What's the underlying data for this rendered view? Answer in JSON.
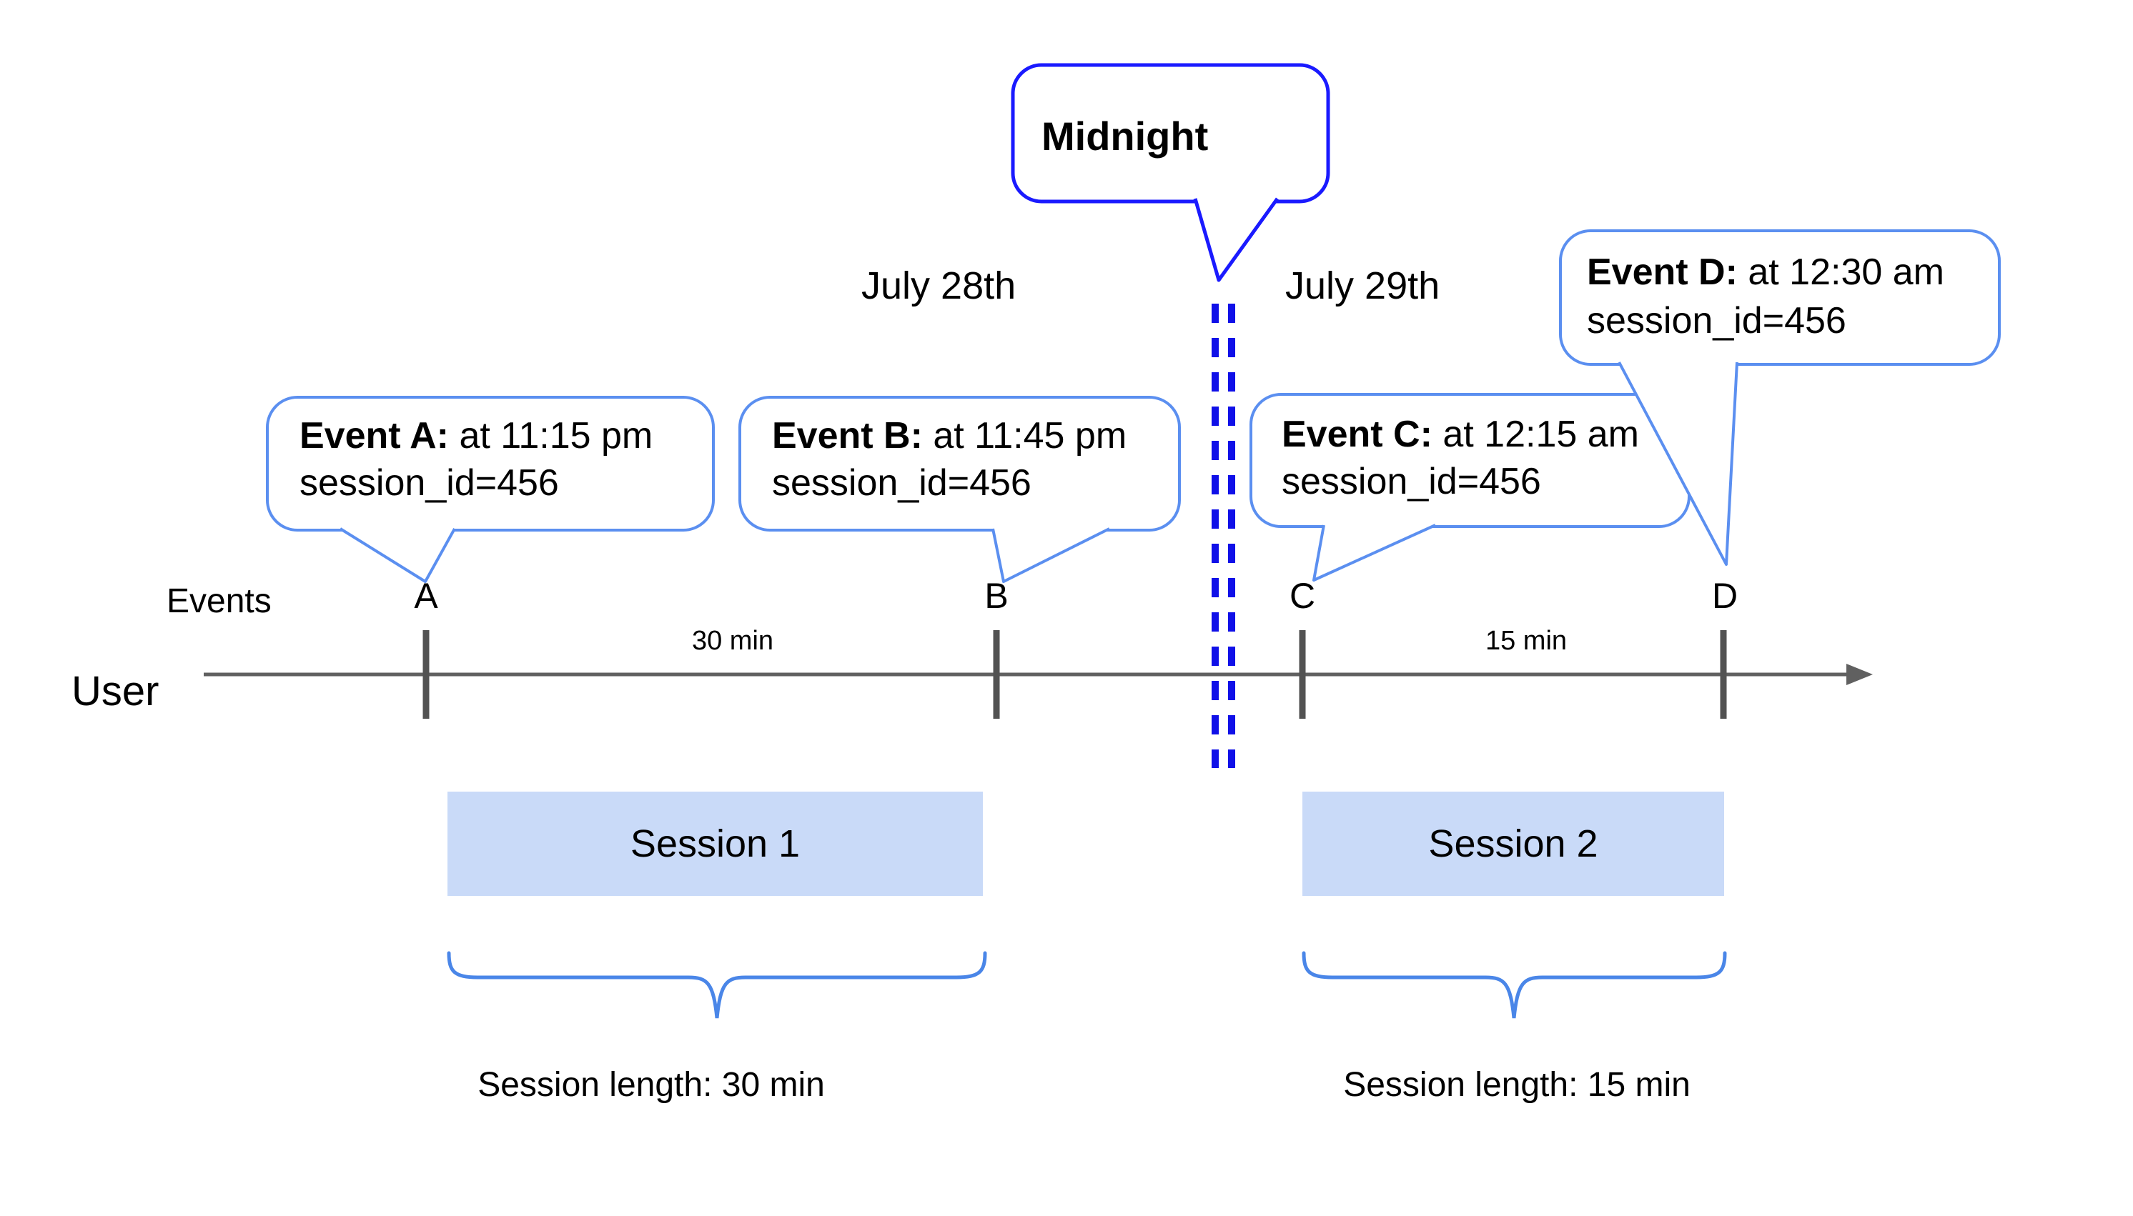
{
  "colors": {
    "callout_border": "#5b8ff0",
    "midnight_border": "#1a1aff",
    "midnight_dash": "#1010e8",
    "timeline": "#606060",
    "tick": "#525252",
    "session_fill": "#c9daf8",
    "brace": "#4a86e8",
    "text": "#000000"
  },
  "midnight_callout": {
    "label": "Midnight"
  },
  "dates": [
    {
      "label": "July 28th"
    },
    {
      "label": "July 29th"
    }
  ],
  "axis": {
    "events_label": "Events",
    "user_label": "User"
  },
  "events": [
    {
      "label": "A",
      "callout": {
        "title_bold": "Event A:",
        "title_rest": " at 11:15 pm",
        "subtitle": "session_id=456"
      }
    },
    {
      "label": "B",
      "callout": {
        "title_bold": "Event B:",
        "title_rest": " at 11:45 pm",
        "subtitle": "session_id=456"
      }
    },
    {
      "label": "C",
      "callout": {
        "title_bold": "Event C:",
        "title_rest": " at 12:15 am",
        "subtitle": "session_id=456"
      }
    },
    {
      "label": "D",
      "callout": {
        "title_bold": "Event D:",
        "title_rest": " at 12:30 am",
        "subtitle": "session_id=456"
      }
    }
  ],
  "intervals": [
    {
      "label": "30 min"
    },
    {
      "label": "15 min"
    }
  ],
  "sessions": [
    {
      "box_label": "Session 1",
      "length_label": "Session length: 30 min"
    },
    {
      "box_label": "Session 2",
      "length_label": "Session length: 15 min"
    }
  ]
}
